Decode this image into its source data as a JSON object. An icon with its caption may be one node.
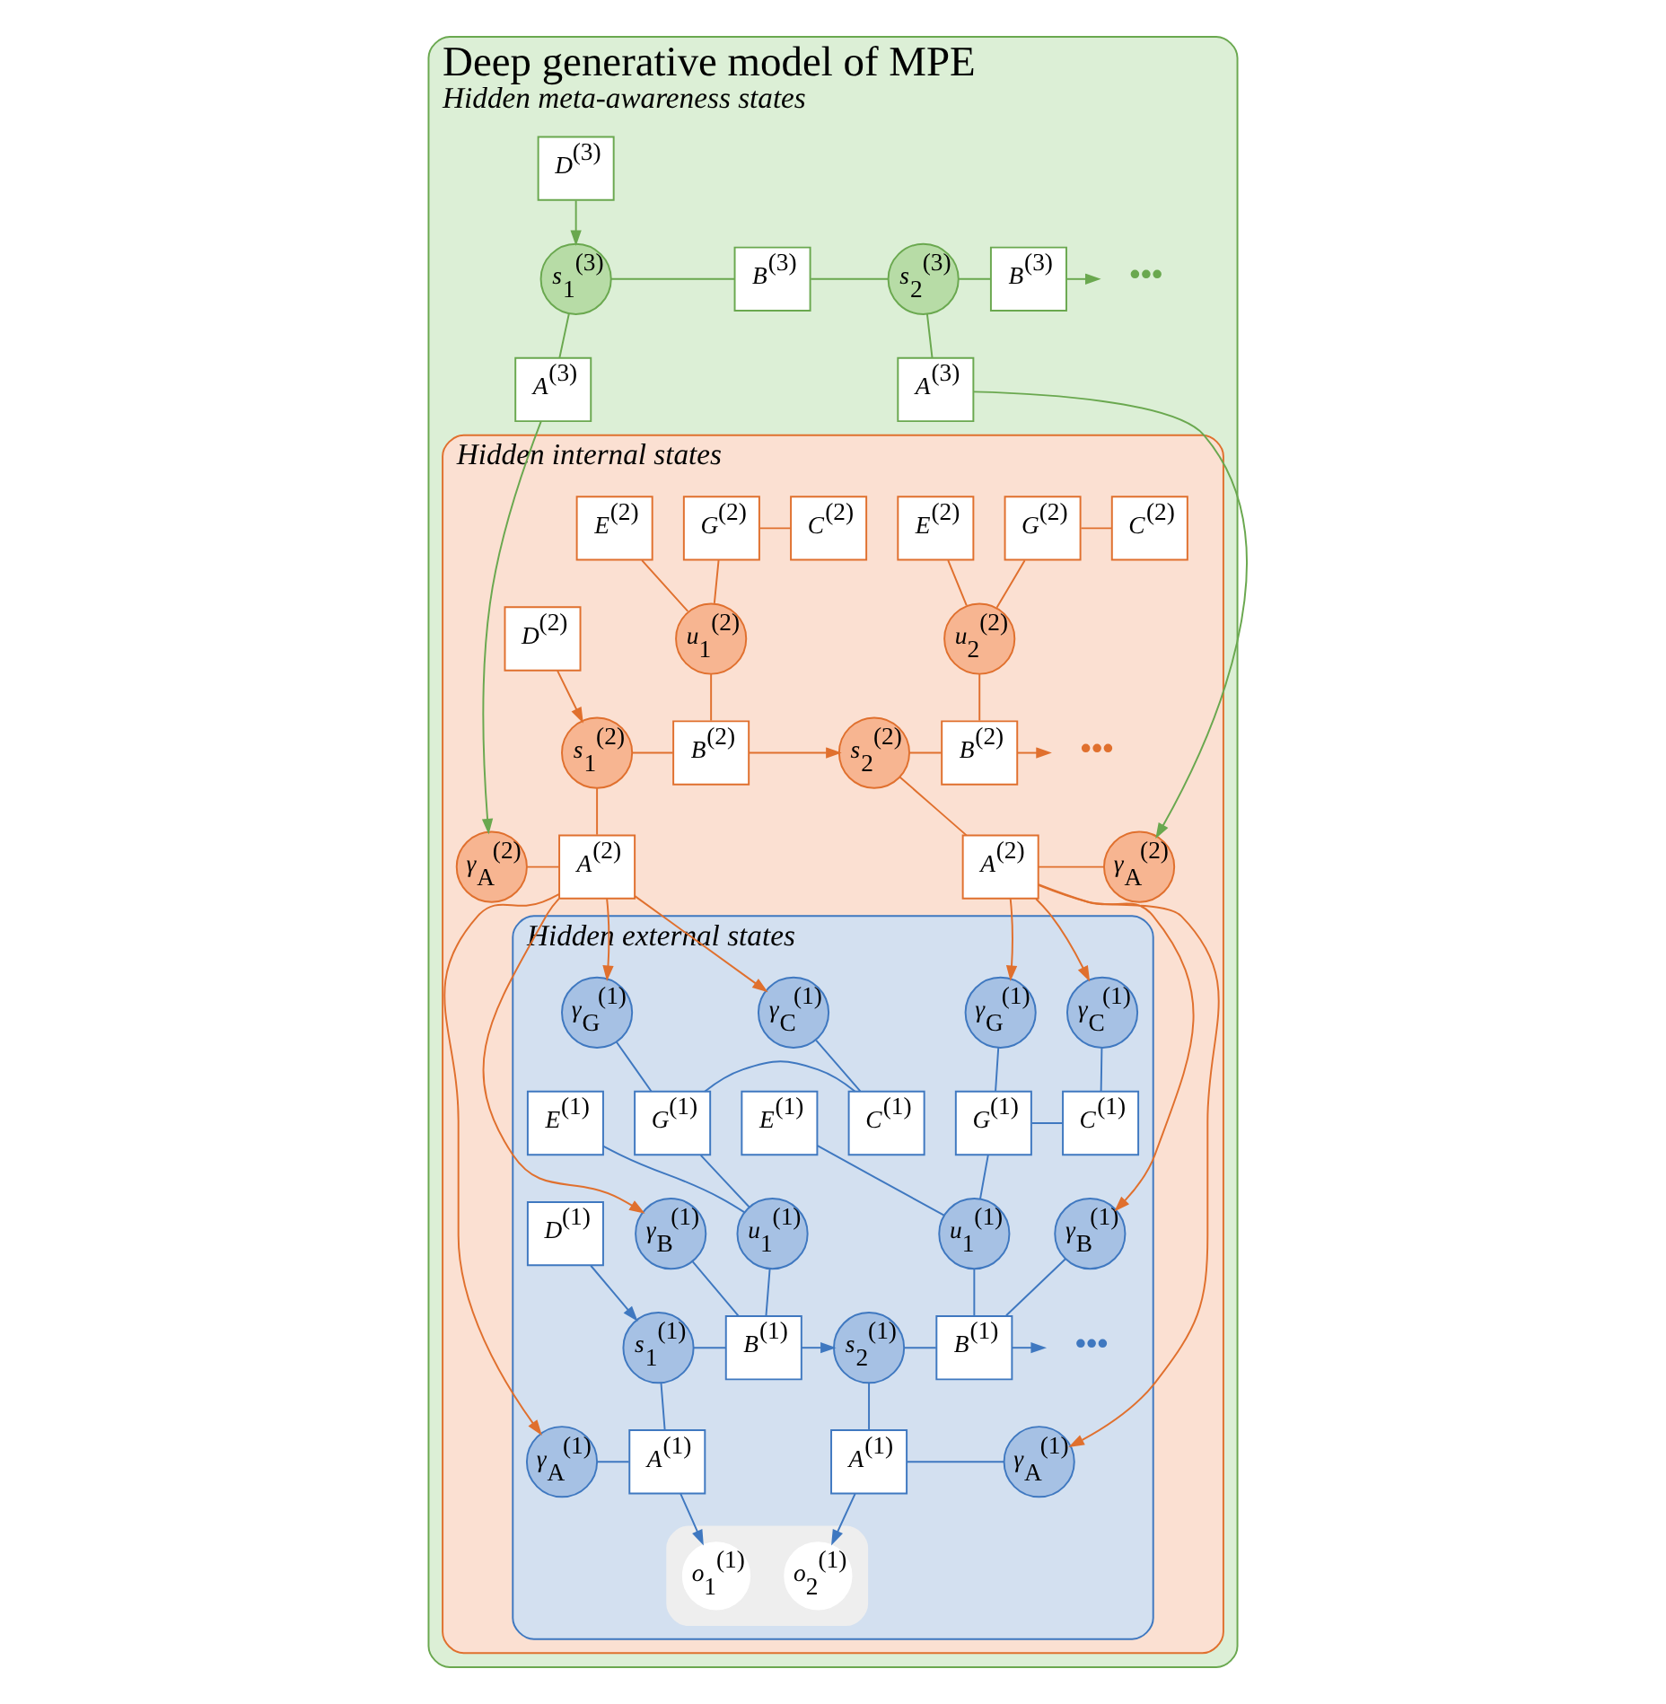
{
  "diagram": {
    "nodes": [
      {
        "text": [
          "Deep generative model of MPE",
          "Hidden meta-awareness states"
        ]
      },
      {
        "text": [
          "D$^{(3)}$"
        ],
        "in": 0
      },
      {
        "text": [
          "s$_{1}$$^{(3)}$"
        ],
        "in": 0
      },
      {
        "text": [
          "B$^{(3)}$"
        ],
        "in": 0
      },
      {
        "text": [
          "s$_{2}$$^{(3)}$"
        ],
        "in": 0
      },
      {
        "text": [
          "B$^{(3)}$"
        ],
        "in": 0
      },
      {
        "text": [
          "A$^{(3)}$"
        ],
        "in": 0
      },
      {
        "text": [
          "A$^{(3)}$"
        ],
        "in": 0
      },
      {
        "text": [
          "Hidden internal states"
        ],
        "in": 0
      },
      {
        "text": [
          "E$^{(2)}$"
        ],
        "in": 8
      },
      {
        "text": [
          "G$^{(2)}$"
        ],
        "in": 8
      },
      {
        "text": [
          "C$^{(2)}$"
        ],
        "in": 8
      },
      {
        "text": [
          "E$^{(2)}$"
        ],
        "in": 8
      },
      {
        "text": [
          "G$^{(2)}$"
        ],
        "in": 8
      },
      {
        "text": [
          "C$^{(2)}$"
        ],
        "in": 8
      },
      {
        "text": [
          "D$^{(2)}$"
        ],
        "in": 8
      },
      {
        "text": [
          "u$_{1}$$^{(2)}$"
        ],
        "in": 8
      },
      {
        "text": [
          "u$_{2}$$^{(2)}$"
        ],
        "in": 8
      },
      {
        "text": [
          "s$_{1}$$^{(2)}$"
        ],
        "in": 8
      },
      {
        "text": [
          "B$^{(2)}$"
        ],
        "in": 8
      },
      {
        "text": [
          "s$_{2}$$^{(2)}$"
        ],
        "in": 8
      },
      {
        "text": [
          "B$^{(2)}$"
        ],
        "in": 8
      },
      {
        "text": [
          "γ$_{A}$$^{(2)}$"
        ],
        "in": 8
      },
      {
        "text": [
          "A$^{(2)}$"
        ],
        "in": 8
      },
      {
        "text": [
          "γ$_{A}$$^{(2)}$"
        ],
        "in": 8
      },
      {
        "text": [
          "A$^{(2)}$"
        ],
        "in": 8
      },
      {
        "text": [
          "Hidden external states"
        ],
        "in": 8
      },
      {
        "text": [
          "γ$_{G}$$^{(1)}$"
        ],
        "in": 26
      },
      {
        "text": [
          "γ$_{C}$$^{(1)}$"
        ],
        "in": 26
      },
      {
        "text": [
          "γ$_{G}$$^{(1)}$"
        ],
        "in": 26
      },
      {
        "text": [
          "γ$_{C}$$^{(1)}$"
        ],
        "in": 26
      },
      {
        "text": [
          "G$^{(1)}$"
        ],
        "in": 26
      },
      {
        "text": [
          "C$^{(1)}$"
        ],
        "in": 26
      },
      {
        "text": [
          "G$^{(1)}$"
        ],
        "in": 26
      },
      {
        "text": [
          "C$^{(1)}$"
        ],
        "in": 26
      },
      {
        "text": [
          "E$^{(1)}$"
        ],
        "in": 26
      },
      {
        "text": [
          "E$^{(1)}$"
        ],
        "in": 26
      },
      {
        "text": [
          "D$^{(1)}$"
        ],
        "in": 26
      },
      {
        "text": [
          "u$_{1}$$^{(1)}$"
        ],
        "in": 26
      },
      {
        "text": [
          "u$_{1}$$^{(1)}$"
        ],
        "in": 26
      },
      {
        "text": [
          "γ$_{B}$$^{(1)}$"
        ],
        "in": 26
      },
      {
        "text": [
          "γ$_{B}$$^{(1)}$"
        ],
        "in": 26
      },
      {
        "text": [
          "s$_{1}$$^{(1)}$"
        ],
        "in": 26
      },
      {
        "text": [
          "B$^{(1)}$"
        ],
        "in": 26
      },
      {
        "text": [
          "s$_{2}$$^{(1)}$"
        ],
        "in": 26
      },
      {
        "text": [
          "B$^{(1)}$"
        ],
        "in": 26
      },
      {
        "text": [
          "γ$_{A}$$^{(1)}$"
        ],
        "in": 26
      },
      {
        "text": [
          "A$^{(1)}$"
        ],
        "in": 26
      },
      {
        "text": [
          "γ$_{A}$$^{(1)}$"
        ],
        "in": 26
      },
      {
        "text": [
          "A$^{(1)}$"
        ],
        "in": 26
      },
      {
        "text": [],
        "shape": "box",
        "in": 26
      },
      {
        "text": [
          "o$_{1}$$^{(1)}$"
        ],
        "in": 50
      },
      {
        "text": [
          "o$_{2}$$^{(1)}$"
        ],
        "in": 50
      },
      {
        "text": [
          "•••"
        ],
        "in": 0
      },
      {
        "text": [
          "•••"
        ],
        "in": 8
      },
      {
        "text": [
          "•••"
        ],
        "in": 26
      }
    ],
    "edges": [
      {
        "from": 1,
        "to": 2,
        "arrow": "to",
        "color": "#6aa84f"
      },
      {
        "from": 2,
        "to": 3,
        "arrow": "none",
        "color": "#6aa84f"
      },
      {
        "from": 3,
        "to": 4,
        "arrow": "none",
        "color": "#6aa84f"
      },
      {
        "from": 4,
        "to": 5,
        "arrow": "none",
        "color": "#6aa84f"
      },
      {
        "from": 5,
        "to": 53,
        "arrow": "to",
        "color": "#6aa84f"
      },
      {
        "from": 2,
        "to": 6,
        "arrow": "none",
        "color": "#6aa84f"
      },
      {
        "from": 4,
        "to": 7,
        "arrow": "none",
        "color": "#6aa84f"
      },
      {
        "from": 6,
        "to": 22,
        "arrow": "to",
        "color": "#6aa84f"
      },
      {
        "from": 7,
        "to": 24,
        "arrow": "to",
        "color": "#6aa84f"
      },
      {
        "from": 9,
        "to": 16,
        "arrow": "none",
        "color": "#e0702e"
      },
      {
        "from": 10,
        "to": 16,
        "arrow": "none",
        "color": "#e0702e"
      },
      {
        "from": 10,
        "to": 11,
        "arrow": "none",
        "color": "#e0702e"
      },
      {
        "from": 12,
        "to": 17,
        "arrow": "none",
        "color": "#e0702e"
      },
      {
        "from": 13,
        "to": 17,
        "arrow": "none",
        "color": "#e0702e"
      },
      {
        "from": 13,
        "to": 14,
        "arrow": "none",
        "color": "#e0702e"
      },
      {
        "from": 15,
        "to": 18,
        "arrow": "to",
        "color": "#e0702e"
      },
      {
        "from": 16,
        "to": 19,
        "arrow": "none",
        "color": "#e0702e"
      },
      {
        "from": 17,
        "to": 21,
        "arrow": "none",
        "color": "#e0702e"
      },
      {
        "from": 18,
        "to": 19,
        "arrow": "none",
        "color": "#e0702e"
      },
      {
        "from": 19,
        "to": 20,
        "arrow": "to",
        "color": "#e0702e"
      },
      {
        "from": 20,
        "to": 21,
        "arrow": "none",
        "color": "#e0702e"
      },
      {
        "from": 21,
        "to": 54,
        "arrow": "to",
        "color": "#e0702e"
      },
      {
        "from": 18,
        "to": 23,
        "arrow": "none",
        "color": "#e0702e"
      },
      {
        "from": 22,
        "to": 23,
        "arrow": "none",
        "color": "#e0702e"
      },
      {
        "from": 20,
        "to": 25,
        "arrow": "none",
        "color": "#e0702e"
      },
      {
        "from": 24,
        "to": 25,
        "arrow": "none",
        "color": "#e0702e"
      },
      {
        "from": 23,
        "to": 27,
        "arrow": "to",
        "color": "#e0702e"
      },
      {
        "from": 23,
        "to": 28,
        "arrow": "to",
        "color": "#e0702e"
      },
      {
        "from": 23,
        "to": 40,
        "arrow": "to",
        "color": "#e0702e"
      },
      {
        "from": 23,
        "to": 46,
        "arrow": "to",
        "color": "#e0702e"
      },
      {
        "from": 25,
        "to": 29,
        "arrow": "to",
        "color": "#e0702e"
      },
      {
        "from": 25,
        "to": 30,
        "arrow": "to",
        "color": "#e0702e"
      },
      {
        "from": 25,
        "to": 41,
        "arrow": "to",
        "color": "#e0702e"
      },
      {
        "from": 25,
        "to": 48,
        "arrow": "to",
        "color": "#e0702e"
      },
      {
        "from": 27,
        "to": 31,
        "arrow": "none",
        "color": "#3f78c0"
      },
      {
        "from": 28,
        "to": 32,
        "arrow": "none",
        "color": "#3f78c0"
      },
      {
        "from": 31,
        "to": 32,
        "arrow": "none",
        "color": "#3f78c0"
      },
      {
        "from": 31,
        "to": 38,
        "arrow": "none",
        "color": "#3f78c0"
      },
      {
        "from": 35,
        "to": 38,
        "arrow": "none",
        "color": "#3f78c0"
      },
      {
        "from": 29,
        "to": 33,
        "arrow": "none",
        "color": "#3f78c0"
      },
      {
        "from": 30,
        "to": 34,
        "arrow": "none",
        "color": "#3f78c0"
      },
      {
        "from": 33,
        "to": 34,
        "arrow": "none",
        "color": "#3f78c0"
      },
      {
        "from": 33,
        "to": 39,
        "arrow": "none",
        "color": "#3f78c0"
      },
      {
        "from": 36,
        "to": 39,
        "arrow": "none",
        "color": "#3f78c0"
      },
      {
        "from": 37,
        "to": 42,
        "arrow": "to",
        "color": "#3f78c0"
      },
      {
        "from": 38,
        "to": 43,
        "arrow": "none",
        "color": "#3f78c0"
      },
      {
        "from": 39,
        "to": 45,
        "arrow": "none",
        "color": "#3f78c0"
      },
      {
        "from": 40,
        "to": 43,
        "arrow": "none",
        "color": "#3f78c0"
      },
      {
        "from": 41,
        "to": 45,
        "arrow": "none",
        "color": "#3f78c0"
      },
      {
        "from": 42,
        "to": 43,
        "arrow": "none",
        "color": "#3f78c0"
      },
      {
        "from": 43,
        "to": 44,
        "arrow": "to",
        "color": "#3f78c0"
      },
      {
        "from": 44,
        "to": 45,
        "arrow": "none",
        "color": "#3f78c0"
      },
      {
        "from": 45,
        "to": 55,
        "arrow": "to",
        "color": "#3f78c0"
      },
      {
        "from": 42,
        "to": 47,
        "arrow": "none",
        "color": "#3f78c0"
      },
      {
        "from": 46,
        "to": 47,
        "arrow": "none",
        "color": "#3f78c0"
      },
      {
        "from": 44,
        "to": 49,
        "arrow": "none",
        "color": "#3f78c0"
      },
      {
        "from": 48,
        "to": 49,
        "arrow": "none",
        "color": "#3f78c0"
      },
      {
        "from": 47,
        "to": 51,
        "arrow": "to",
        "color": "#3f78c0"
      },
      {
        "from": 49,
        "to": 52,
        "arrow": "to",
        "color": "#3f78c0"
      }
    ]
  }
}
